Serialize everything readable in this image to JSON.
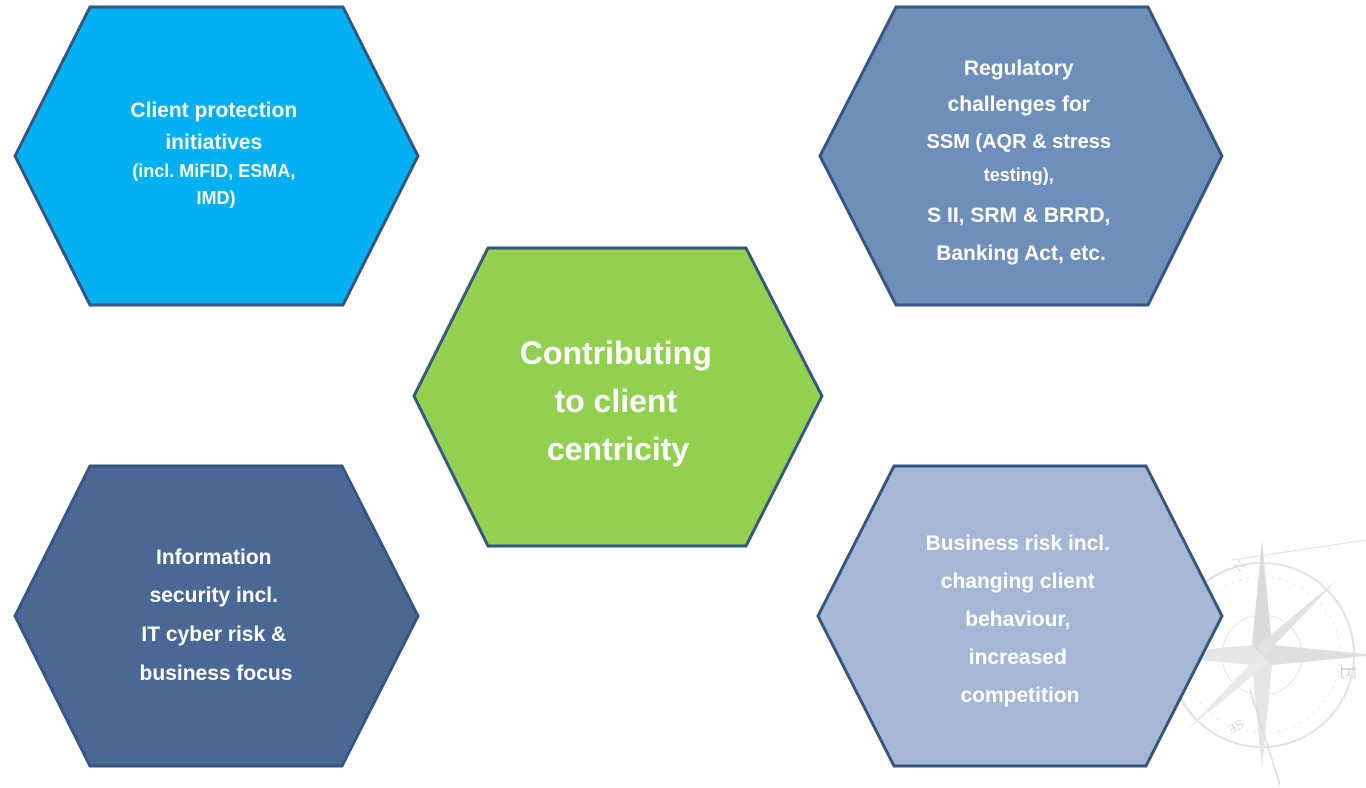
{
  "colors": {
    "client_protection": "#00b0f0",
    "regulatory": "#6f8fbb",
    "center": "#92d050",
    "information_security": "#4a6896",
    "business_risk": "#9fb3d3",
    "hex_border": "#35557f",
    "center_text": "#ffffff",
    "compass": "#b7b7b7"
  },
  "hexagons": {
    "client_protection": {
      "lines": [
        "Client protection",
        "initiatives",
        "(incl. MiFID, ESMA,",
        "IMD)"
      ]
    },
    "regulatory": {
      "lines": [
        "Regulatory",
        "challenges for",
        "SSM (AQR & stress",
        "testing),",
        "S II, SRM & BRRD,",
        "Banking Act, etc."
      ]
    },
    "center": {
      "lines": [
        "Contributing",
        "to client",
        "centricity"
      ]
    },
    "information_security": {
      "lines": [
        "Information",
        "security incl.",
        "IT cyber risk &",
        "business focus"
      ]
    },
    "business_risk": {
      "lines": [
        "Business risk incl.",
        "changing client",
        "behaviour,",
        "increased",
        "competition"
      ]
    }
  },
  "compass": {
    "icon": "compass-rose-icon",
    "letter_e": "E",
    "letter_n": "N",
    "letter_se": "SE"
  }
}
